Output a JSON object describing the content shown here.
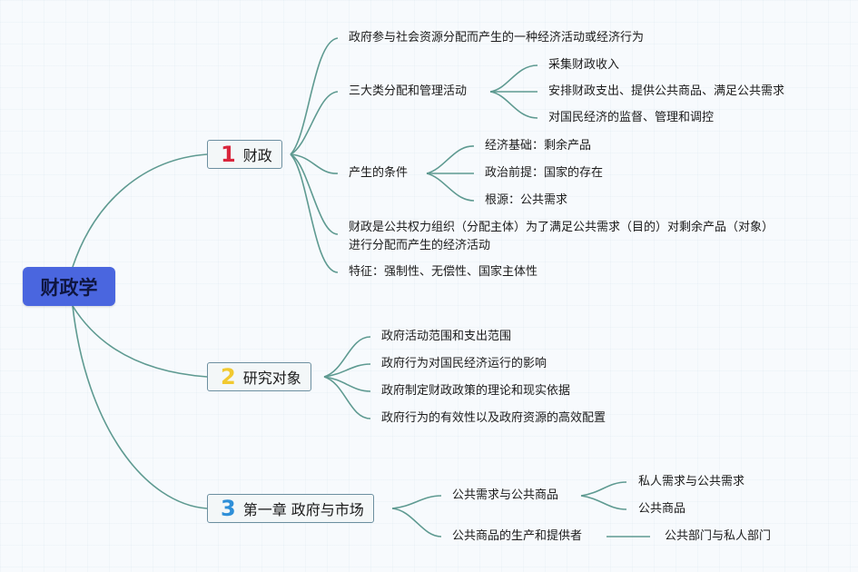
{
  "root": "财政学",
  "branches": [
    {
      "num": "1",
      "label": "财政",
      "items": [
        "政府参与社会资源分配而产生的一种经济活动或经济行为",
        {
          "label": "三大类分配和管理活动",
          "children": [
            "采集财政收入",
            "安排财政支出、提供公共商品、满足公共需求",
            "对国民经济的监督、管理和调控"
          ]
        },
        {
          "label": "产生的条件",
          "children": [
            "经济基础：剩余产品",
            "政治前提：国家的存在",
            "根源：公共需求"
          ]
        },
        "财政是公共权力组织（分配主体）为了满足公共需求（目的）对剩余产品（对象）进行分配而产生的经济活动",
        "特征：强制性、无偿性、国家主体性"
      ]
    },
    {
      "num": "2",
      "label": "研究对象",
      "items": [
        "政府活动范围和支出范围",
        "政府行为对国民经济运行的影响",
        "政府制定财政政策的理论和现实依据",
        "政府行为的有效性以及政府资源的高效配置"
      ]
    },
    {
      "num": "3",
      "label": "第一章 政府与市场",
      "items": [
        {
          "label": "公共需求与公共商品",
          "children": [
            "私人需求与公共需求",
            "公共商品"
          ]
        },
        {
          "label": "公共商品的生产和提供者",
          "children": [
            "公共部门与私人部门"
          ]
        }
      ]
    }
  ],
  "colors": {
    "line": "#5e9a91",
    "root_fill": "#4a66df",
    "badge1": "#d9263c",
    "badge2": "#f1c92f",
    "badge3": "#2e8fd8"
  }
}
